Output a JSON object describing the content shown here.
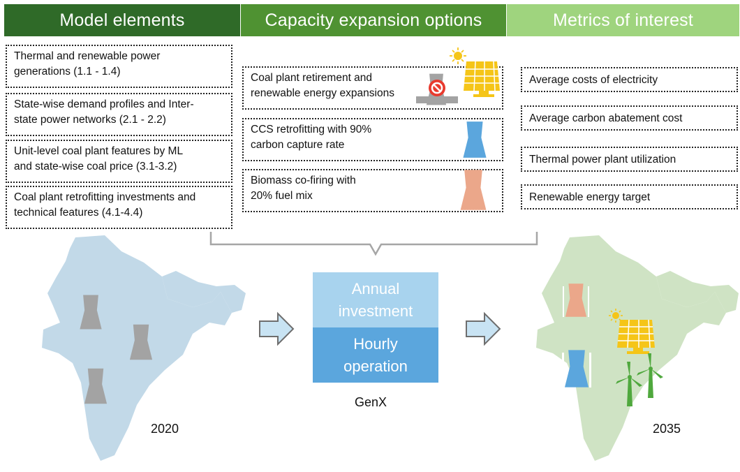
{
  "headers": {
    "model_elements": "Model elements",
    "capacity_options": "Capacity expansion options",
    "metrics": "Metrics of interest"
  },
  "model_elements": [
    {
      "line1": "Thermal and renewable power",
      "line2": "generations (1.1 - 1.4)"
    },
    {
      "line1": "State-wise demand profiles and Inter-",
      "line2": "state power networks (2.1 - 2.2)"
    },
    {
      "line1": "Unit-level coal plant features by ML",
      "line2": "and state-wise coal price (3.1-3.2)"
    },
    {
      "line1": "Coal plant retrofitting investments and",
      "line2": "technical features (4.1-4.4)"
    }
  ],
  "capacity_options": [
    {
      "line1": "Coal plant retirement and",
      "line2": "renewable energy expansions"
    },
    {
      "line1": "CCS retrofitting with 90%",
      "line2": "carbon capture rate"
    },
    {
      "line1": "Biomass co-firing with",
      "line2": "20% fuel mix"
    }
  ],
  "metrics": [
    "Average costs of electricity",
    "Average carbon abatement cost",
    "Thermal power plant utilization",
    "Renewable energy target"
  ],
  "genx": {
    "top_line1": "Annual",
    "top_line2": "investment",
    "bottom_line1": "Hourly",
    "bottom_line2": "operation",
    "label": "GenX"
  },
  "years": {
    "start": "2020",
    "end": "2035"
  },
  "colors": {
    "header1": "#2f6a28",
    "header2": "#4f9232",
    "header3": "#9fd47e",
    "map_2020": "#c2d9e8",
    "map_2035": "#cfe3c4",
    "coal_gray": "#a3a3a3",
    "ccs_blue": "#5ba6dd",
    "biomass_orange": "#eba78a",
    "solar_yellow": "#f5c518",
    "wind_green": "#4fa83d",
    "genx_top": "#a8d3ee",
    "genx_bottom": "#5ba6dd"
  }
}
